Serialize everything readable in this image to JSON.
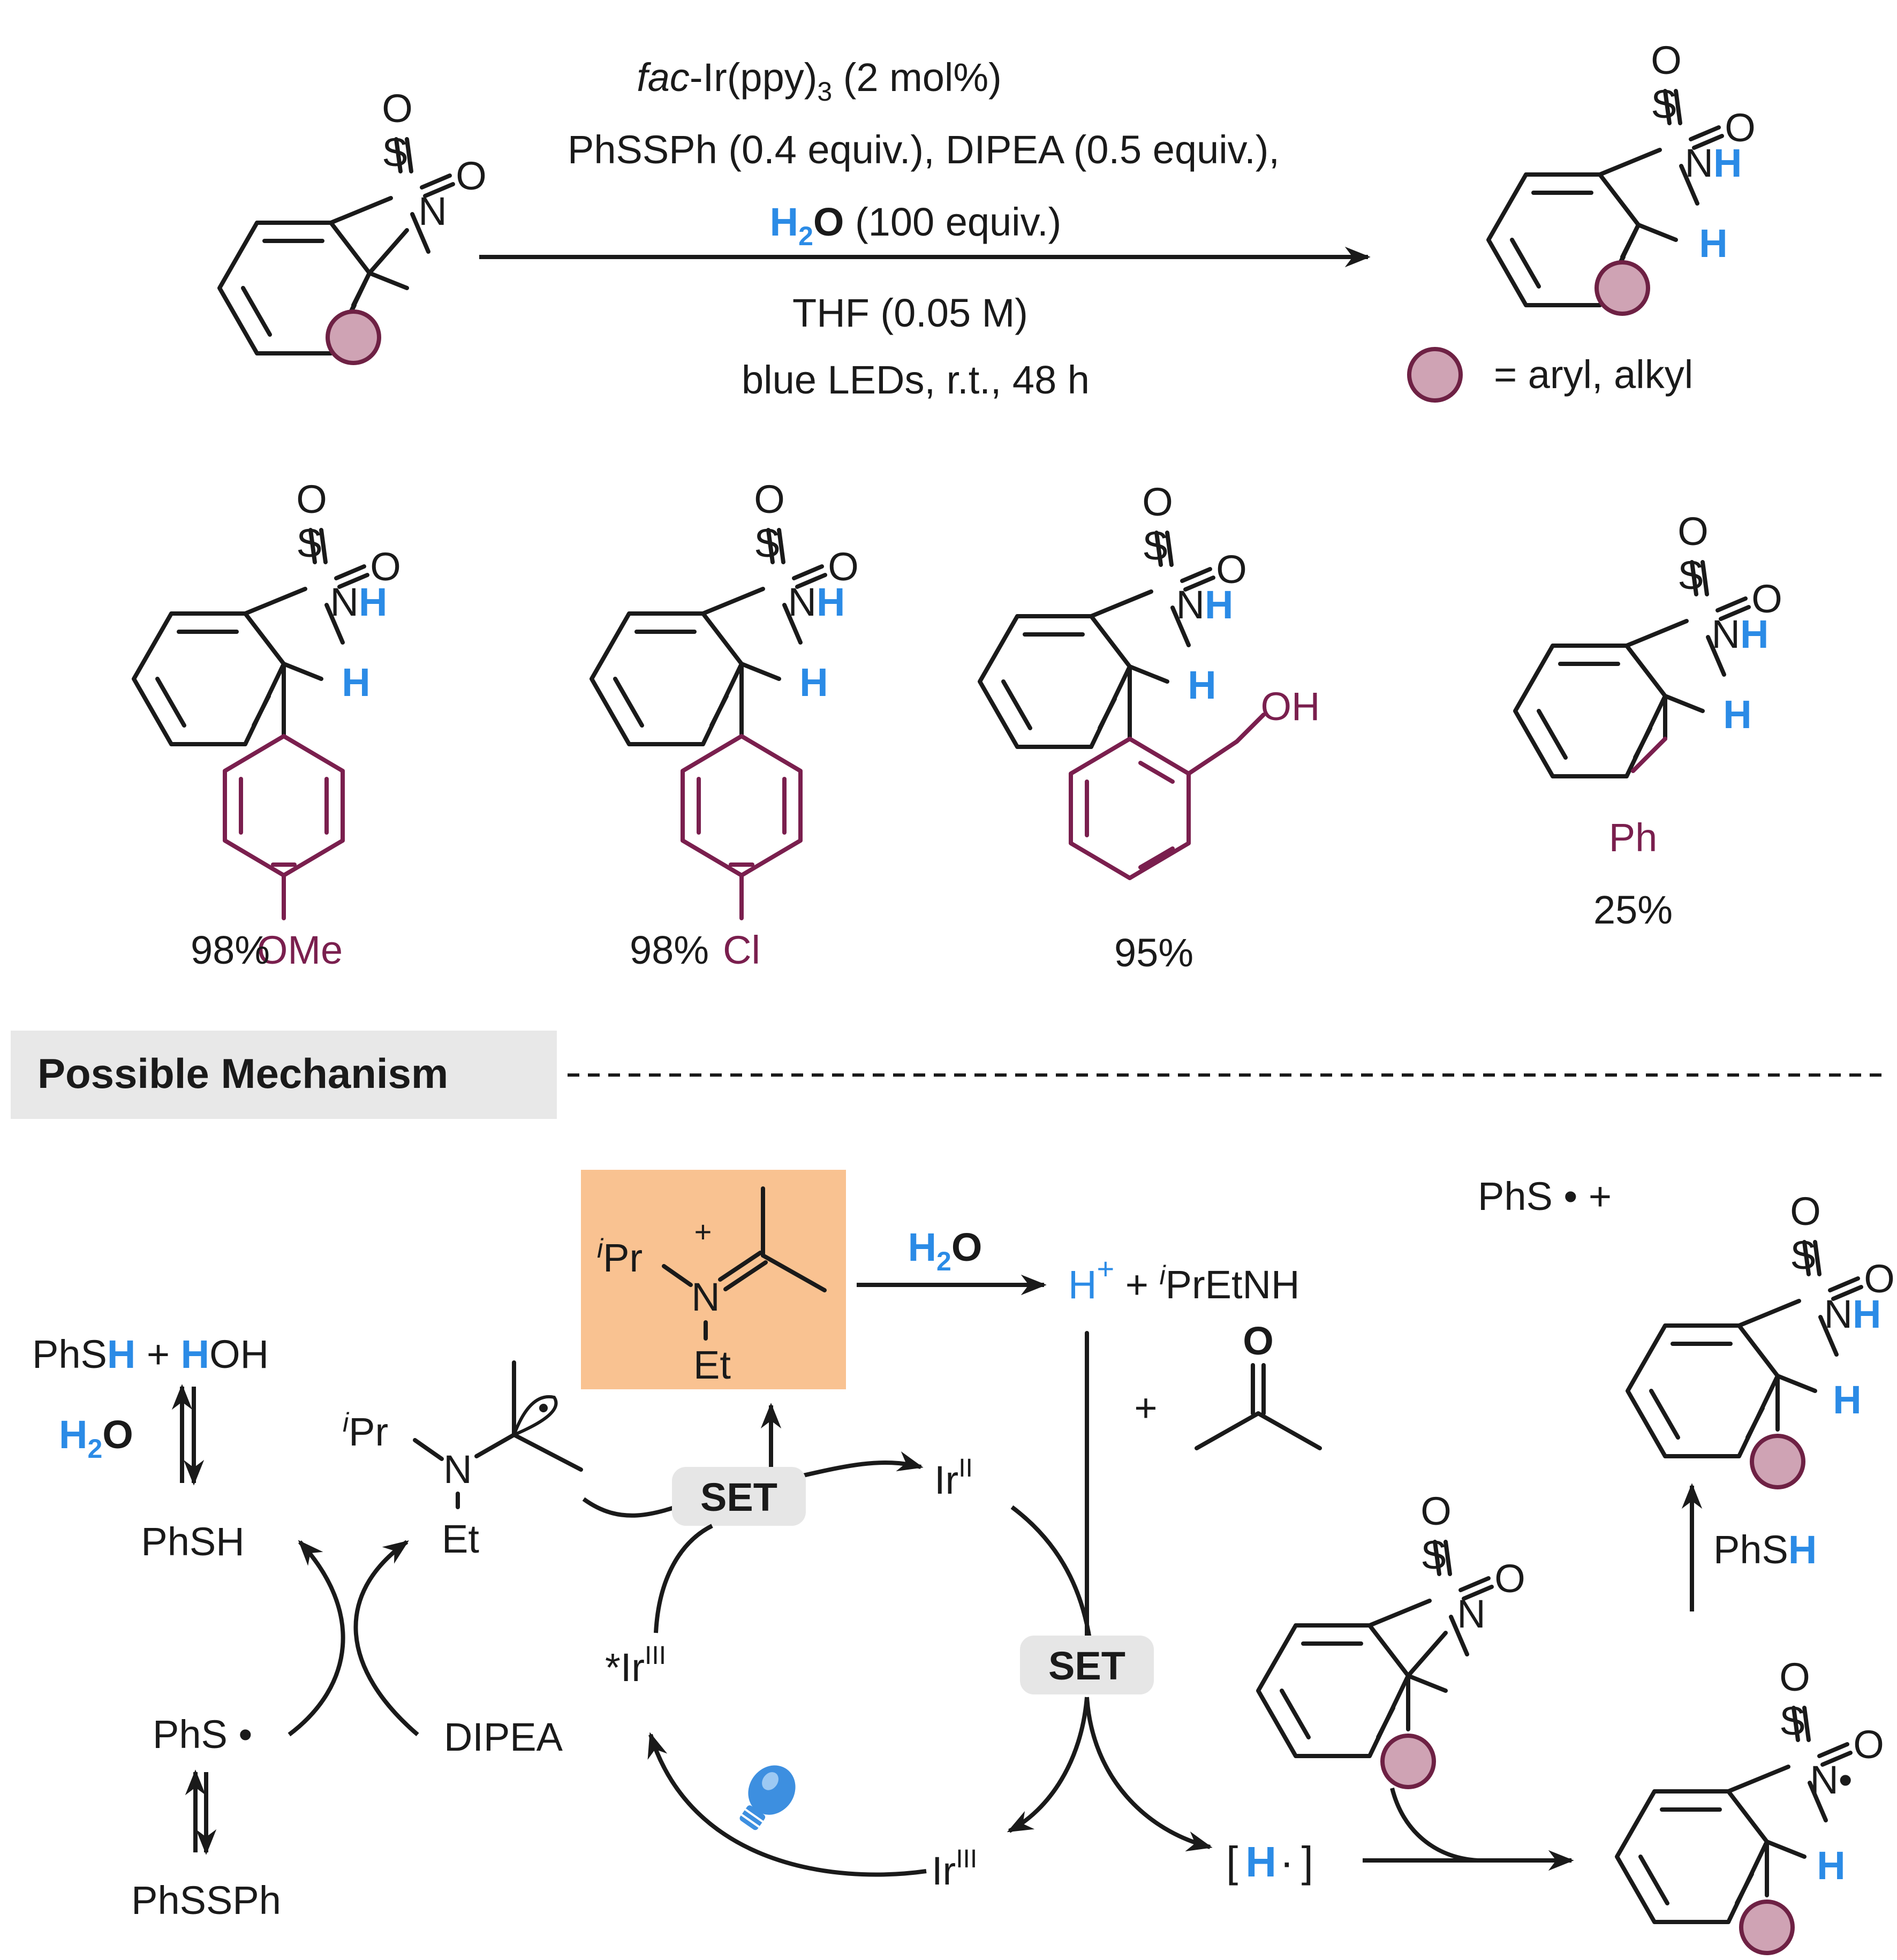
{
  "reaction": {
    "conditions": {
      "catalyst_prefix": "fac",
      "catalyst_rest": "-Ir(ppy)",
      "catalyst_sub": "3",
      "catalyst_loading": " (2 mol%)",
      "reagents": "PhSSPh (0.4 equiv.), DIPEA (0.5 equiv.),",
      "water_h": "H",
      "water_sub": "2",
      "water_o": "O",
      "water_equiv": " (100 equiv.)",
      "solvent": "THF (0.05 M)",
      "light": "blue LEDs, r.t., 48 h"
    },
    "legend": "= aryl, alkyl"
  },
  "atoms": {
    "O": "O",
    "S": "S",
    "N": "N",
    "NH_N": "N",
    "H": "H",
    "Ph": "Ph",
    "OH": "OH",
    "OMe": "OMe",
    "Cl": "Cl",
    "Et": "Et"
  },
  "examples": [
    {
      "yield": "98%",
      "substituent": "OMe"
    },
    {
      "yield": "98%",
      "substituent": "Cl"
    },
    {
      "yield": "95%",
      "substituent": "OH"
    },
    {
      "yield": "25%",
      "substituent": "Ph"
    }
  ],
  "mechanism": {
    "section_title": "Possible Mechanism",
    "iminium": {
      "ipr_sup": "i",
      "ipr": "Pr",
      "plus": "+",
      "n": "N",
      "et": "Et"
    },
    "water_arrow": {
      "h": "H",
      "sub": "2",
      "o": "O"
    },
    "proton": {
      "h": "H",
      "plus": "+"
    },
    "amine_product": {
      "plus_sign": " + ",
      "sup": "i",
      "rest": "PrEtNH"
    },
    "acetone": {
      "plus": "+",
      "o": "O"
    },
    "phsh_hoh": {
      "ph_s": "PhS",
      "h1": "H",
      "plus": " + ",
      "h2": "H",
      "oh": "OH"
    },
    "left_water": {
      "h": "H",
      "sub": "2",
      "o": "O"
    },
    "phsh": "PhSH",
    "phs_radical": "PhS",
    "phssph": "PhSSPh",
    "dipea": "DIPEA",
    "alpha_radical": {
      "ipr_sup": "i",
      "ipr": "Pr",
      "n": "N",
      "et": "Et"
    },
    "set_top": "SET",
    "set_mid": "SET",
    "ir_ii": {
      "ir": "Ir",
      "sup": "II"
    },
    "ir_iii_excited": {
      "star": "*",
      "ir": "Ir",
      "sup": "III"
    },
    "ir_iii": {
      "ir": "Ir",
      "sup": "III"
    },
    "h_atom": {
      "open": "[",
      "h": "H",
      "dot": "·",
      "close": "]"
    },
    "phs_plus": {
      "phs": "PhS",
      "plus": "+"
    },
    "hat_reagent": {
      "ph_s": "PhS",
      "h": "H"
    },
    "n_radical": "N"
  },
  "colors": {
    "ink": "#1a1a1a",
    "hydrogen_blue": "#2b8be6",
    "substituent_magenta": "#7a1f4e",
    "ball_fill": "#cfa3b4",
    "iminium_box": "#f9c291",
    "set_badge": "#e6e6e6",
    "section_band": "#e8e8e8"
  },
  "icons": [
    "light-bulb-icon",
    "substituent-ball-icon"
  ]
}
